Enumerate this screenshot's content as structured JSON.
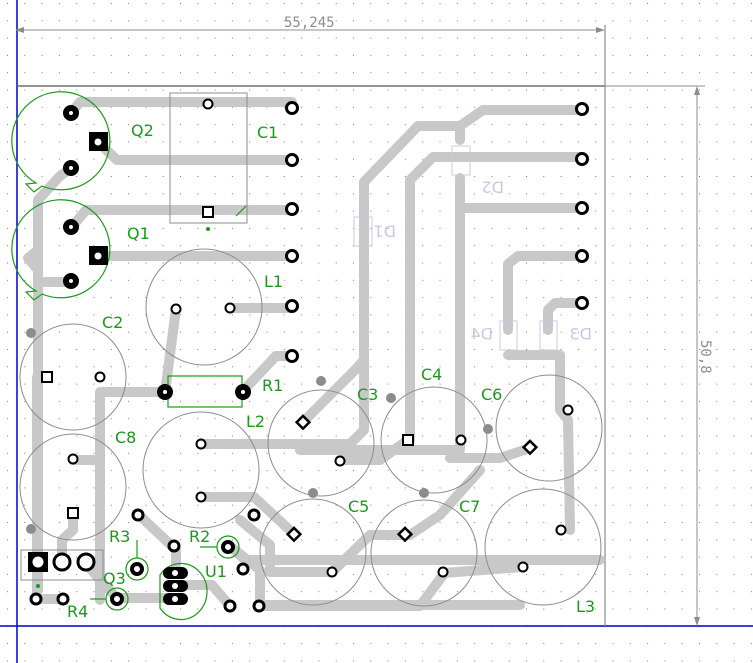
{
  "dimensions": {
    "width_label": "55,245",
    "height_label": "50,8"
  },
  "colors": {
    "trace": "#c8c8c8",
    "silk": "#1a9a1a",
    "pad": "#000000",
    "outline": "#8c8c8c",
    "board_axis": "#0000c8",
    "smd_outline": "#c8c8e6",
    "grid": "#7a7a7a"
  },
  "components": [
    {
      "ref": "Q2",
      "type": "transistor"
    },
    {
      "ref": "Q1",
      "type": "transistor"
    },
    {
      "ref": "C1",
      "type": "capacitor"
    },
    {
      "ref": "L1",
      "type": "inductor"
    },
    {
      "ref": "C2",
      "type": "capacitor"
    },
    {
      "ref": "R1",
      "type": "resistor"
    },
    {
      "ref": "L2",
      "type": "inductor"
    },
    {
      "ref": "C8",
      "type": "capacitor"
    },
    {
      "ref": "C3",
      "type": "capacitor"
    },
    {
      "ref": "C4",
      "type": "capacitor"
    },
    {
      "ref": "C6",
      "type": "capacitor"
    },
    {
      "ref": "C5",
      "type": "capacitor"
    },
    {
      "ref": "C7",
      "type": "capacitor"
    },
    {
      "ref": "L3",
      "type": "inductor"
    },
    {
      "ref": "R3",
      "type": "resistor"
    },
    {
      "ref": "R2",
      "type": "resistor"
    },
    {
      "ref": "U1",
      "type": "ic"
    },
    {
      "ref": "Q3",
      "type": "transistor"
    },
    {
      "ref": "R4",
      "type": "resistor"
    },
    {
      "ref": "D1",
      "type": "diode-smd"
    },
    {
      "ref": "D2",
      "type": "diode-smd"
    },
    {
      "ref": "D3",
      "type": "diode-smd"
    },
    {
      "ref": "D4",
      "type": "diode-smd"
    }
  ]
}
